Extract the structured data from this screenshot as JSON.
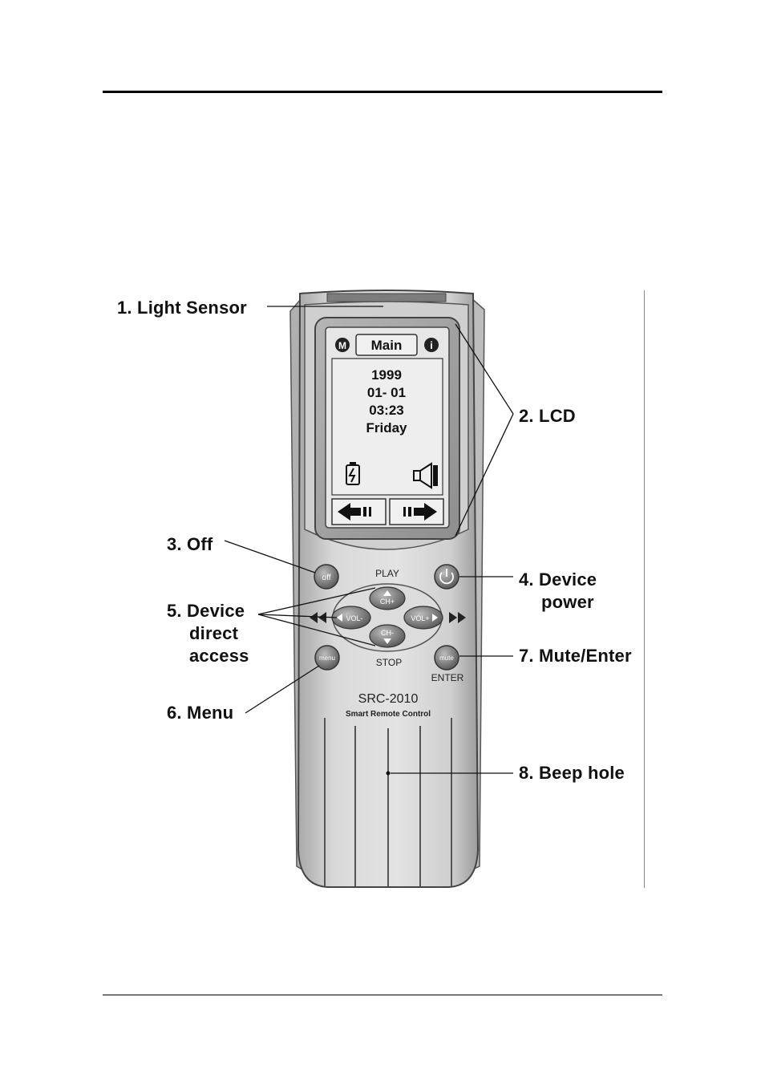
{
  "callouts": {
    "c1": "1. Light Sensor",
    "c2": "2. LCD",
    "c3": "3. Off",
    "c4_line1": "4. Device",
    "c4_line2": "power",
    "c5_line1": "5. Device",
    "c5_line2": "direct",
    "c5_line3": "access",
    "c6": "6. Menu",
    "c7": "7. Mute/Enter",
    "c8": "8. Beep hole"
  },
  "lcd": {
    "tab": "Main",
    "year": "1999",
    "date": "01- 01",
    "time": "03:23",
    "day": "Friday"
  },
  "remote": {
    "play": "PLAY",
    "stop": "STOP",
    "enter": "ENTER",
    "off_btn": "off",
    "menu_btn": "menu",
    "mute_btn": "mute",
    "ch_up": "CH+",
    "ch_down": "CH-",
    "vol_down": "VOL-",
    "vol_up": "VOL+",
    "model": "SRC-2010",
    "subtitle": "Smart Remote Control"
  },
  "colors": {
    "body": "#d6d6d6",
    "body_dark": "#9a9a9a",
    "screen_bg": "#e6e6e6",
    "outline": "#444444"
  }
}
